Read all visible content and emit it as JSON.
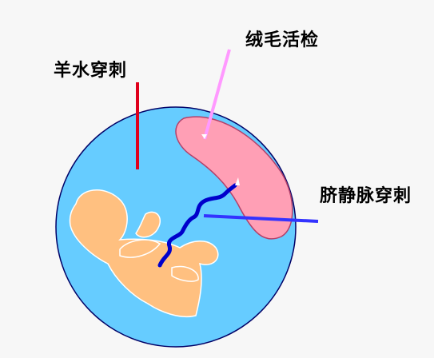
{
  "labels": {
    "amniocentesis": "羊水穿刺",
    "chorionic_villus_sampling": "绒毛活检",
    "cordocentesis": "脐静脉穿刺"
  },
  "colors": {
    "background": "#f7f7f7",
    "uterus_fill": "#66ccff",
    "uterus_stroke": "#000066",
    "placenta_fill": "#ff9fb5",
    "placenta_stroke": "#b3406a",
    "fetus_fill": "#ffc080",
    "fetus_stroke": "#ffffff",
    "amnio_needle": "#e0001b",
    "villus_needle": "#ff99ff",
    "cord_needle": "#3333ff",
    "umbilical_cord": "#0000cc",
    "label_text": "#000000"
  }
}
